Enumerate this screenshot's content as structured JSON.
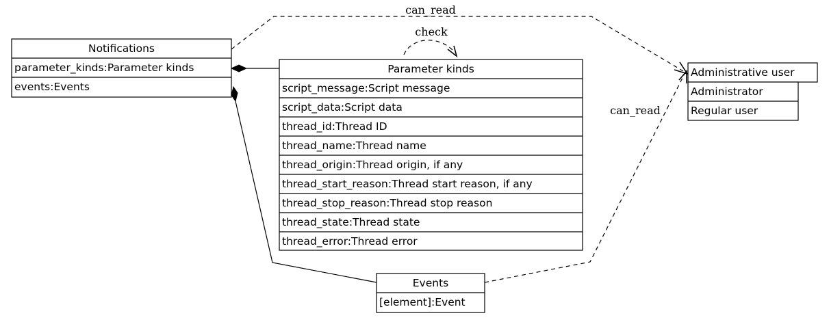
{
  "diagram": {
    "nodes": {
      "notifications": {
        "title": "Notifications",
        "fields": [
          "parameter_kinds:Parameter kinds",
          "events:Events"
        ]
      },
      "parameter_kinds": {
        "title": "Parameter kinds",
        "fields": [
          "script_message:Script message",
          "script_data:Script data",
          "thread_id:Thread ID",
          "thread_name:Thread name",
          "thread_origin:Thread origin, if any",
          "thread_start_reason:Thread start reason, if any",
          "thread_stop_reason:Thread stop reason",
          "thread_state:Thread state",
          "thread_error:Thread error"
        ]
      },
      "events": {
        "title": "Events",
        "fields": [
          "[element]:Event"
        ]
      },
      "administrative_user": {
        "title": "Administrative user",
        "fields": [
          "Administrator",
          "Regular user"
        ]
      }
    },
    "edges": {
      "notifications_can_read": "can_read",
      "parameter_kinds_check": "check",
      "events_can_read": "can_read"
    }
  }
}
